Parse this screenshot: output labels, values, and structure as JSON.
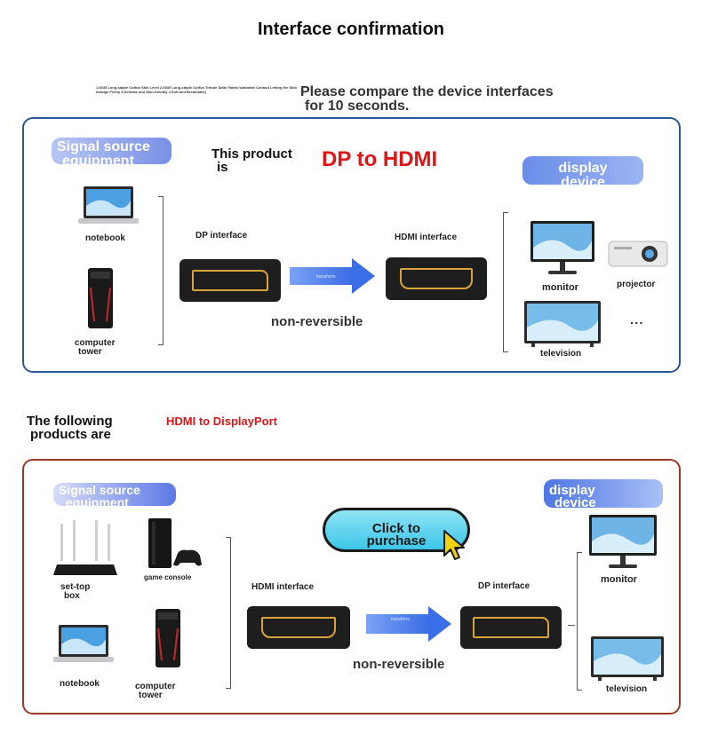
{
  "header": {
    "title": "Interface confirmation",
    "fine_print": "1,6035 Long-staple Cotton Skin Level 2,6035 Long-staple Cotton Tribute Satin Fabric'sIntimate Contact Letting the Skin Indulge Freely 3,Delicate and Skin-friendly 4,Soft and Breathable)",
    "compare_line1": "Please compare the device interfaces",
    "compare_line2": "for 10 seconds."
  },
  "top_panel": {
    "source_line1": "Signal source",
    "source_line2": "equipment",
    "this_product_line1": "This product",
    "this_product_line2": "is",
    "product_name": "DP to HDMI",
    "display_line1": "display",
    "display_line2": "device",
    "notebook": "notebook",
    "tower_line1": "computer",
    "tower_line2": "tower",
    "in_port_label": "DP interface",
    "out_port_label": "HDMI interface",
    "arrow_text": "transform",
    "non_reversible": "non-reversible",
    "monitor": "monitor",
    "projector": "projector",
    "television": "television",
    "more": "..."
  },
  "mid": {
    "following_line1": "The following",
    "following_line2": "products are",
    "alt_product": "HDMI to DisplayPort"
  },
  "bottom_panel": {
    "source_line1": "Signal source",
    "source_line2": "equipment",
    "display_line1": "display",
    "display_line2": "device",
    "settop_line1": "set-top",
    "settop_line2": "box",
    "game_console": "game console",
    "notebook": "notebook",
    "tower_line1": "computer",
    "tower_line2": "tower",
    "in_port_label": "HDMI interface",
    "out_port_label": "DP interface",
    "arrow_text": "transform",
    "non_reversible": "non-reversible",
    "cta_line1": "Click to",
    "cta_line2": "purchase",
    "monitor": "monitor",
    "television": "television"
  },
  "colors": {
    "top_border": "#2a5796",
    "bottom_border": "#9a3a26",
    "red_text": "#e01616",
    "port_gold": "#d9a43b",
    "arrow_blue": "#3b6de6"
  }
}
